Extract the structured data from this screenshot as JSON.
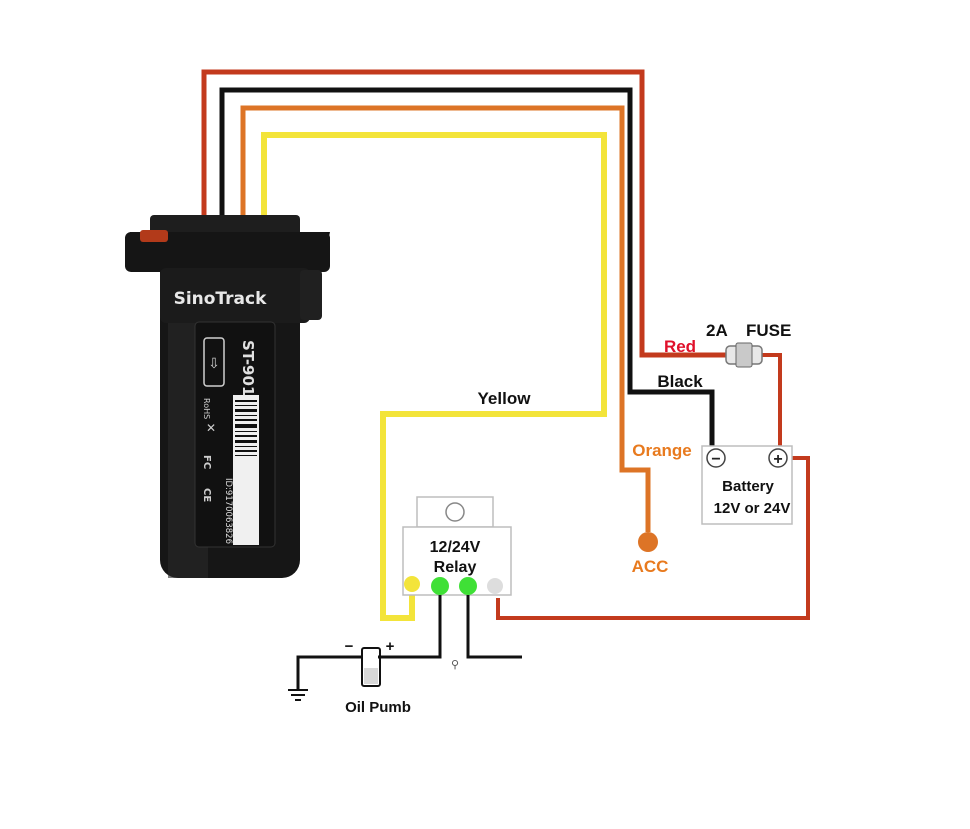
{
  "device": {
    "brand": "SinoTrack",
    "model": "ST-901",
    "id_text": "ID:9170063826",
    "cert_marks": [
      "RoHS",
      "CE",
      "FC"
    ]
  },
  "wire_labels": {
    "yellow": "Yellow",
    "red": "Red",
    "black": "Black",
    "orange": "Orange",
    "acc": "ACC"
  },
  "fuse": {
    "rating": "2A",
    "label": "FUSE"
  },
  "battery": {
    "name": "Battery",
    "voltage": "12V or 24V",
    "minus": "−",
    "plus": "+"
  },
  "relay": {
    "voltage": "12/24V",
    "name": "Relay"
  },
  "pump": {
    "name": "Oil Pumb",
    "minus": "−",
    "plus": "+"
  },
  "colors": {
    "red_wire": "#c33a1d",
    "black_wire": "#111111",
    "orange_wire": "#dd7426",
    "yellow_wire": "#f3e43a",
    "red_text": "#e0102a",
    "orange_text": "#e87a1e",
    "green_pin": "#3fe036",
    "yellow_pin": "#f3e43a",
    "grey_pin": "#dddddd"
  }
}
